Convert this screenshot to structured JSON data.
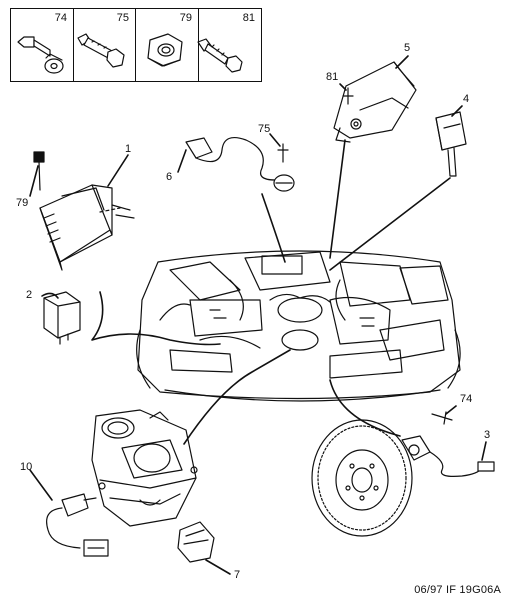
{
  "hardware": [
    {
      "part": "74",
      "icon": "flanged-bolt-icon"
    },
    {
      "part": "75",
      "icon": "hex-bolt-icon"
    },
    {
      "part": "79",
      "icon": "hex-nut-icon"
    },
    {
      "part": "81",
      "icon": "stud-bolt-icon"
    }
  ],
  "callouts": {
    "c1": "1",
    "c2": "2",
    "c3": "3",
    "c4": "4",
    "c5": "5",
    "c6": "6",
    "c7": "7",
    "c10": "10",
    "c74": "74",
    "c75": "75",
    "c79": "79",
    "c81": "81"
  },
  "footer": {
    "code": "06/97  IF 19G06A"
  }
}
